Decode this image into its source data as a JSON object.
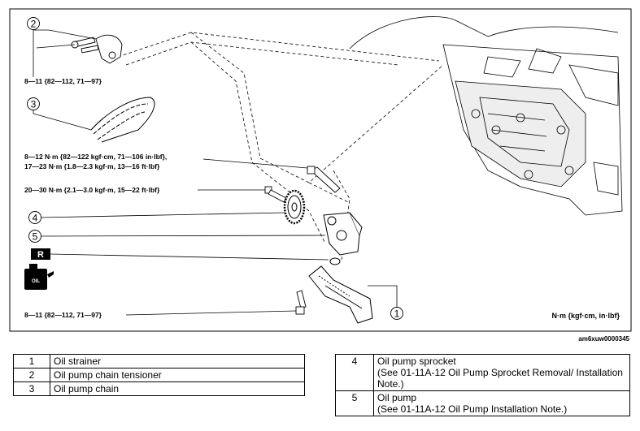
{
  "callouts": [
    "2",
    "3",
    "4",
    "5",
    "1"
  ],
  "torque_labels": {
    "strainer_top": "8—11 {82—112, 71—97}",
    "sprocket_bolt_line1": "8—12 N·m {82—122 kgf·cm, 71—106 in·lbf},",
    "sprocket_bolt_line2": "17—23 N·m {1.8—2.3 kgf·m, 13—16 ft·lbf}",
    "pump_bolt": "20—30 N·m {2.1—3.0 kgf·m, 15—22 ft·lbf}",
    "strainer_bottom": "8—11 {82—112, 71—97}"
  },
  "replace_badge": "R",
  "oil_can_label": "OIL",
  "unit_note": "N·m {kgf·cm, in·lbf}",
  "figure_id": "am6xuw0000345",
  "parts_left": [
    {
      "num": "1",
      "name": "Oil strainer"
    },
    {
      "num": "2",
      "name": "Oil pump chain tensioner"
    },
    {
      "num": "3",
      "name": "Oil pump chain"
    }
  ],
  "parts_right": [
    {
      "num": "4",
      "name": "Oil pump sprocket",
      "note": "(See 01-11A-12 Oil Pump Sprocket Removal/ Installation Note.)"
    },
    {
      "num": "5",
      "name": "Oil pump",
      "note": "(See 01-11A-12 Oil Pump Installation Note.)"
    }
  ]
}
